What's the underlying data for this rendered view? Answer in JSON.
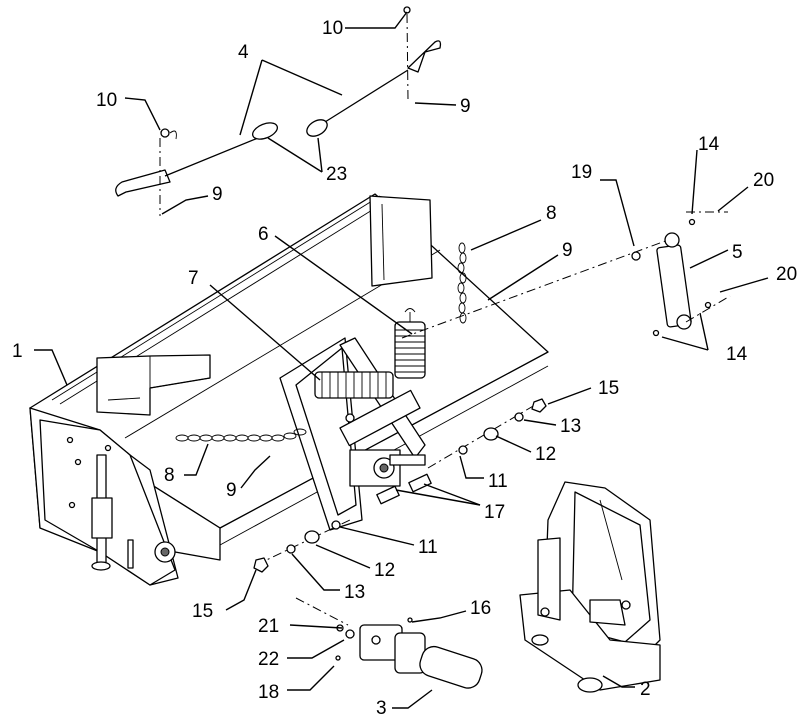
{
  "diagram": {
    "type": "exploded parts view",
    "callouts": [
      {
        "id": "c-10-top",
        "label": "10"
      },
      {
        "id": "c-4",
        "label": "4"
      },
      {
        "id": "c-9-top",
        "label": "9"
      },
      {
        "id": "c-10-left",
        "label": "10"
      },
      {
        "id": "c-23",
        "label": "23"
      },
      {
        "id": "c-9-left",
        "label": "9"
      },
      {
        "id": "c-19",
        "label": "19"
      },
      {
        "id": "c-14-top",
        "label": "14"
      },
      {
        "id": "c-20-top",
        "label": "20"
      },
      {
        "id": "c-8-top",
        "label": "8"
      },
      {
        "id": "c-6",
        "label": "6"
      },
      {
        "id": "c-9-mid",
        "label": "9"
      },
      {
        "id": "c-5",
        "label": "5"
      },
      {
        "id": "c-20-mid",
        "label": "20"
      },
      {
        "id": "c-7",
        "label": "7"
      },
      {
        "id": "c-14-mid",
        "label": "14"
      },
      {
        "id": "c-1",
        "label": "1"
      },
      {
        "id": "c-15-right",
        "label": "15"
      },
      {
        "id": "c-13-right",
        "label": "13"
      },
      {
        "id": "c-12-right",
        "label": "12"
      },
      {
        "id": "c-8-left",
        "label": "8"
      },
      {
        "id": "c-11-right",
        "label": "11"
      },
      {
        "id": "c-9-low",
        "label": "9"
      },
      {
        "id": "c-17",
        "label": "17"
      },
      {
        "id": "c-11-left",
        "label": "11"
      },
      {
        "id": "c-12-left",
        "label": "12"
      },
      {
        "id": "c-15-left",
        "label": "15"
      },
      {
        "id": "c-13-left",
        "label": "13"
      },
      {
        "id": "c-16",
        "label": "16"
      },
      {
        "id": "c-21",
        "label": "21"
      },
      {
        "id": "c-22",
        "label": "22"
      },
      {
        "id": "c-2",
        "label": "2"
      },
      {
        "id": "c-18",
        "label": "18"
      },
      {
        "id": "c-3",
        "label": "3"
      }
    ]
  }
}
